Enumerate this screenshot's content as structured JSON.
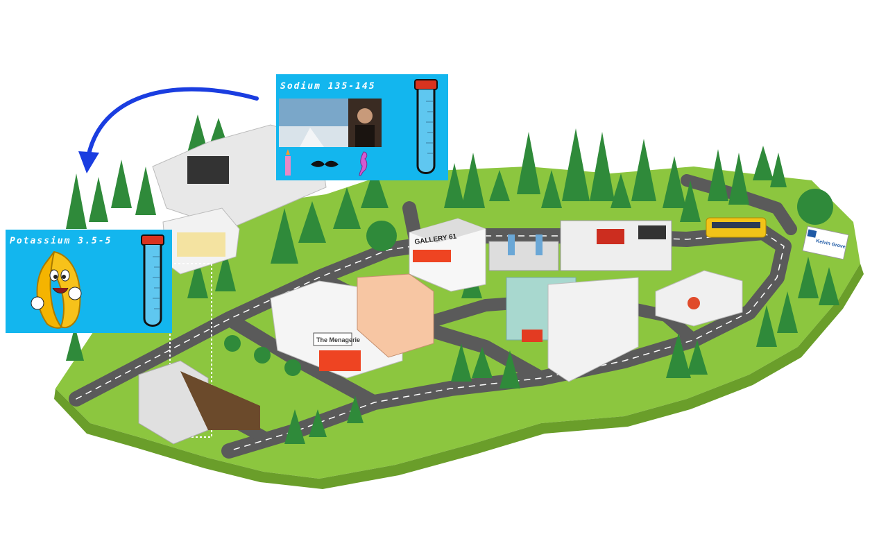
{
  "cards": {
    "sodium": {
      "title": "Sodium 135-145"
    },
    "potassium": {
      "title": "Potassium 3.5-5"
    }
  },
  "map_labels": {
    "gallery": "GALLERY 61",
    "menagerie": "The Menagerie",
    "kelvin_grove": "Kelvin Grove"
  },
  "colors": {
    "card_bg": "#13b6ee",
    "arrow": "#1a3de0",
    "grass": "#8cc63f",
    "road": "#5a5a5a",
    "tree": "#2f8a3a",
    "tube_cap": "#d9331f"
  }
}
